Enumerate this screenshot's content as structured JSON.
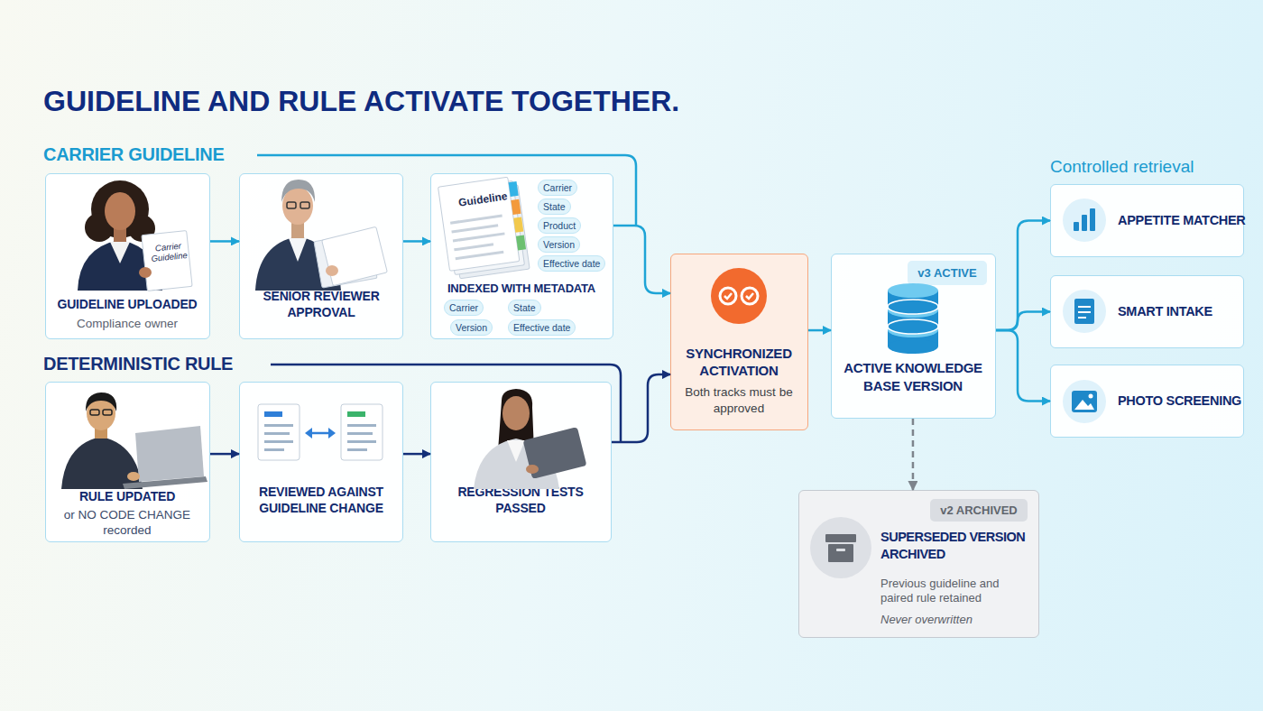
{
  "diagram": {
    "title": "GUIDELINE AND RULE ACTIVATE TOGETHER.",
    "nodes": [
      {
        "text": [
          "GUIDELINE UPLOADED",
          "Compliance owner"
        ]
      },
      {
        "text": [
          "SENIOR REVIEWER APPROVAL"
        ]
      },
      {
        "text": [
          "INDEXED WITH METADATA"
        ]
      },
      {
        "text": [
          "Carrier"
        ],
        "in": 2
      },
      {
        "text": [
          "State"
        ],
        "in": 2
      },
      {
        "text": [
          "Product"
        ],
        "in": 2
      },
      {
        "text": [
          "Version"
        ],
        "in": 2
      },
      {
        "text": [
          "Effective date"
        ],
        "in": 2
      },
      {
        "text": [
          "Carrier"
        ],
        "in": 2
      },
      {
        "text": [
          "State"
        ],
        "in": 2
      },
      {
        "text": [
          "Version"
        ],
        "in": 2
      },
      {
        "text": [
          "Effective date"
        ],
        "in": 2
      },
      {
        "text": [
          "RULE UPDATED",
          "or NO CODE CHANGE recorded"
        ]
      },
      {
        "text": [
          "REVIEWED AGAINST GUIDELINE CHANGE"
        ]
      },
      {
        "text": [
          "REGRESSION TESTS PASSED"
        ]
      },
      {
        "text": [
          "SYNCHRONIZED ACTIVATION",
          "Both tracks must be approved"
        ]
      },
      {
        "text": [
          "ACTIVE KNOWLEDGE BASE VERSION"
        ]
      },
      {
        "text": [
          "v3 ACTIVE"
        ],
        "in": 16
      },
      {
        "text": [
          "APPETITE MATCHER"
        ]
      },
      {
        "text": [
          "SMART INTAKE"
        ]
      },
      {
        "text": [
          "PHOTO SCREENING"
        ]
      },
      {
        "text": [
          "SUPERSEDED VERSION ARCHIVED",
          "Previous guideline and paired rule retained",
          "Never overwritten"
        ]
      },
      {
        "text": [
          "v2 ARCHIVED"
        ],
        "in": 21
      }
    ],
    "edges": [
      {
        "from": 0,
        "to": 1,
        "arrow": "to"
      },
      {
        "from": 1,
        "to": 2,
        "arrow": "to"
      },
      {
        "from": 2,
        "to": 15,
        "arrow": "to"
      },
      {
        "from": 12,
        "to": 13,
        "arrow": "to"
      },
      {
        "from": 13,
        "to": 14,
        "arrow": "to"
      },
      {
        "from": 14,
        "to": 15,
        "arrow": "to"
      },
      {
        "from": 15,
        "to": 16,
        "arrow": "to"
      },
      {
        "from": 16,
        "to": 18,
        "arrow": "to"
      },
      {
        "from": 16,
        "to": 19,
        "arrow": "to"
      },
      {
        "from": 16,
        "to": 20,
        "arrow": "to"
      },
      {
        "from": 16,
        "to": 21,
        "arrow": "to"
      }
    ],
    "labels": [
      "CARRIER GUIDELINE",
      "Carrier Guideline",
      "Guideline",
      "DETERMINISTIC RULE",
      "Controlled retrieval"
    ]
  }
}
